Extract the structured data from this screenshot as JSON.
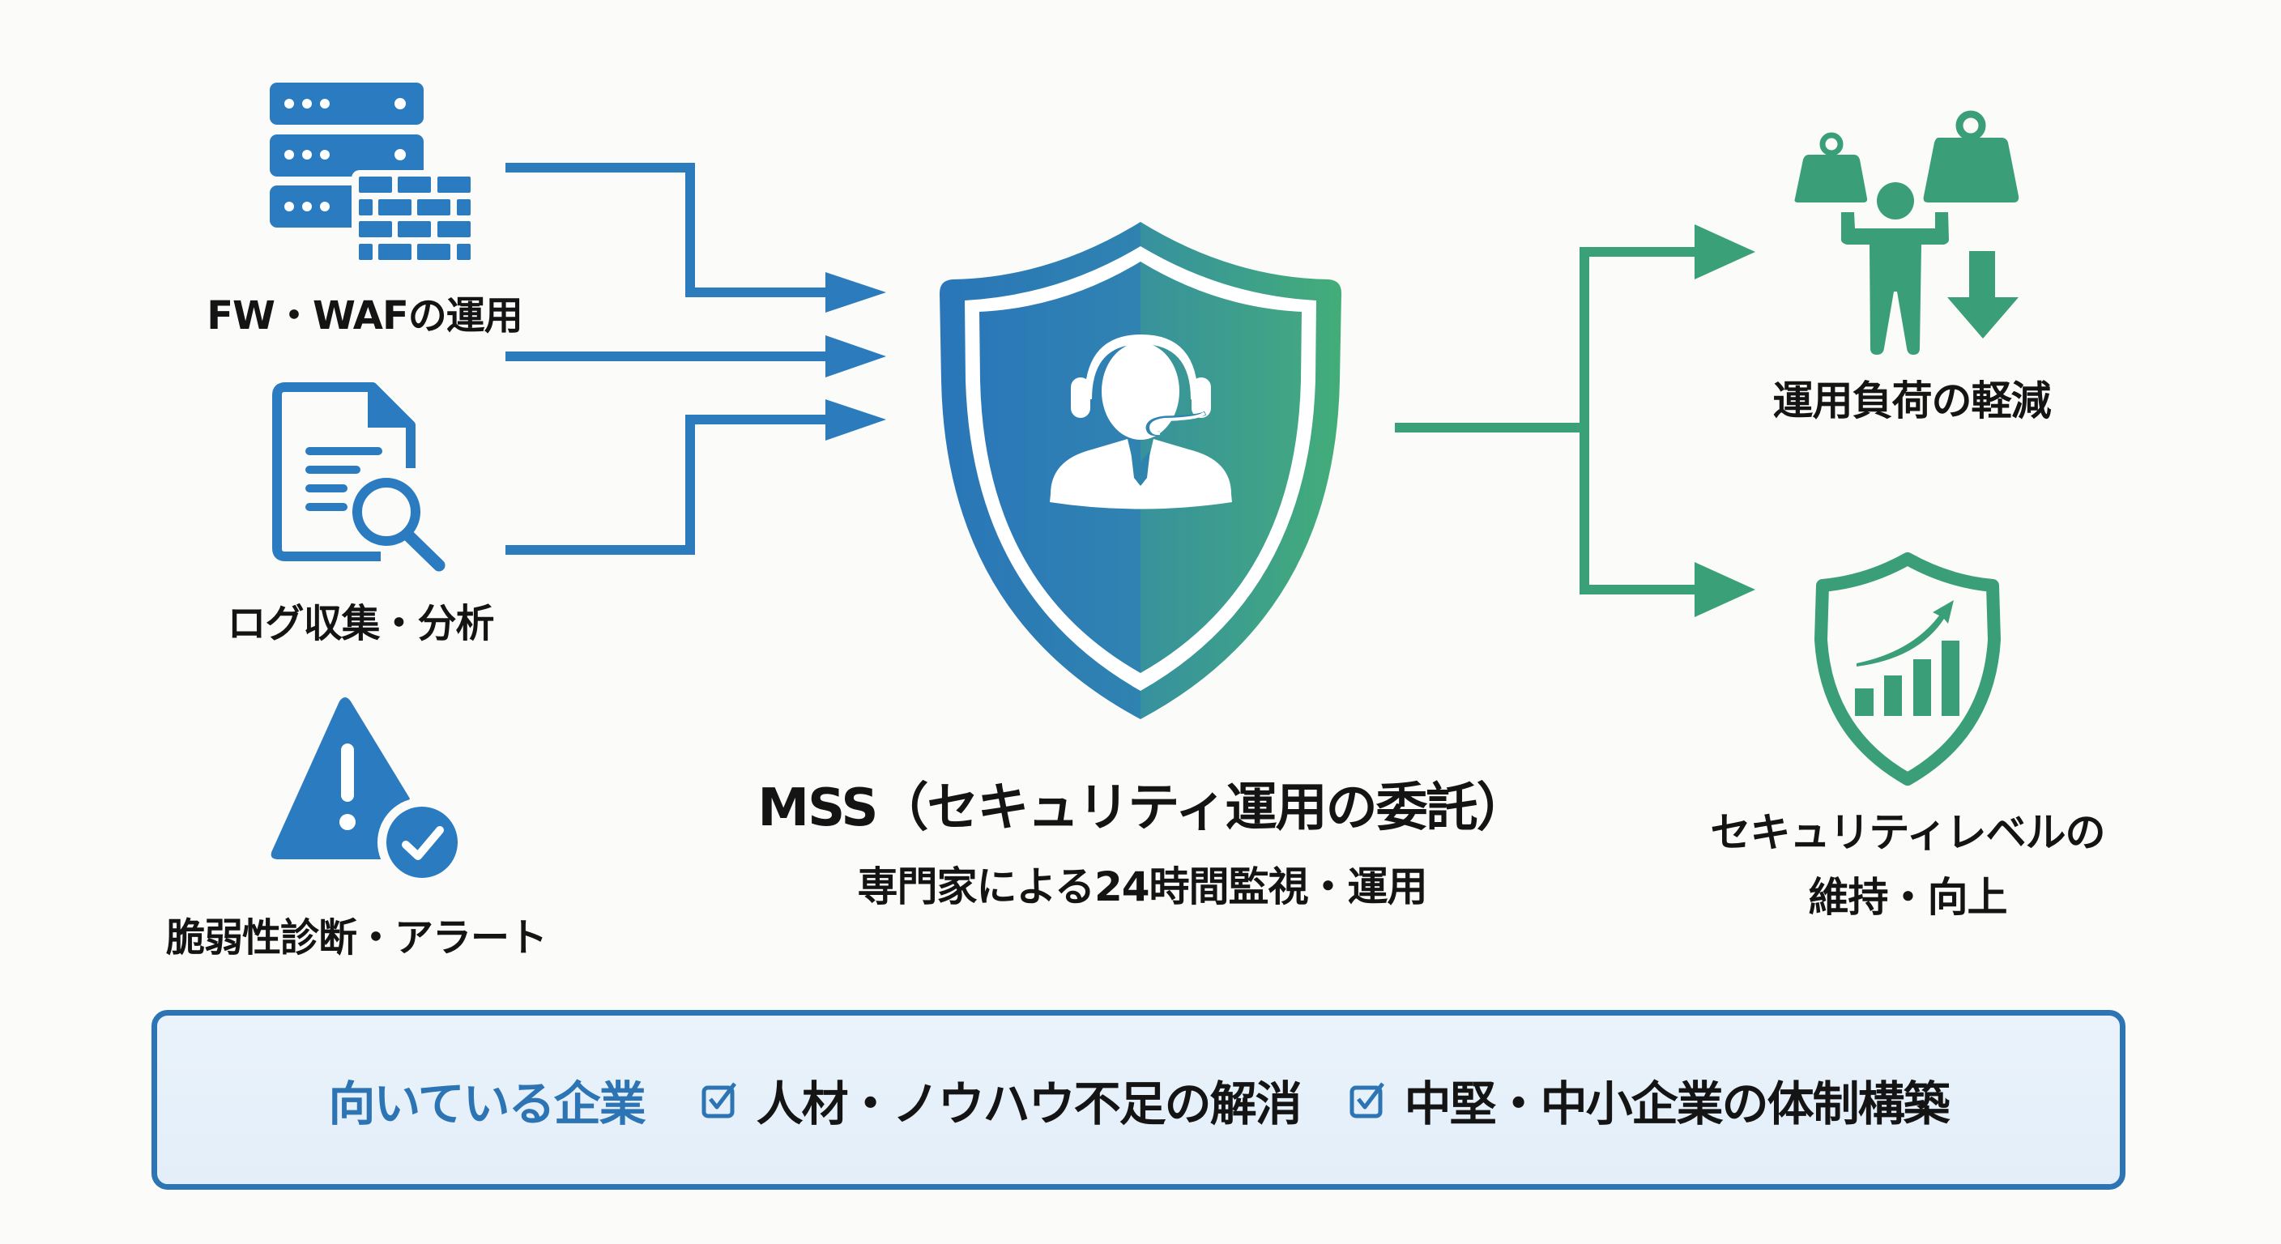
{
  "colors": {
    "blue": "#2c74b3",
    "green": "#3ea57a",
    "text": "#141414",
    "panel_bg": "#e6f0fa",
    "background": "#fbfbfa"
  },
  "inputs": [
    {
      "label": "FW・WAFの運用",
      "icon": "server-firewall-icon"
    },
    {
      "label": "ログ収集・分析",
      "icon": "document-search-icon"
    },
    {
      "label": "脆弱性診断・アラート",
      "icon": "warning-check-icon"
    }
  ],
  "center": {
    "icon": "shield-operator-headset-icon",
    "title": "MSS（セキュリティ運用の委託）",
    "subtitle": "専門家による24時間監視・運用"
  },
  "outputs": [
    {
      "label": "運用負荷の軽減",
      "icon": "person-lifting-weights-down-arrow-icon"
    },
    {
      "label_line1": "セキュリティレベルの",
      "label_line2": "維持・向上",
      "icon": "shield-growth-chart-icon"
    }
  ],
  "bottom_panel": {
    "title": "向いている企業",
    "items": [
      {
        "text": "人材・ノウハウ不足の解消",
        "checked": true
      },
      {
        "text": "中堅・中小企業の体制構築",
        "checked": true
      }
    ]
  }
}
